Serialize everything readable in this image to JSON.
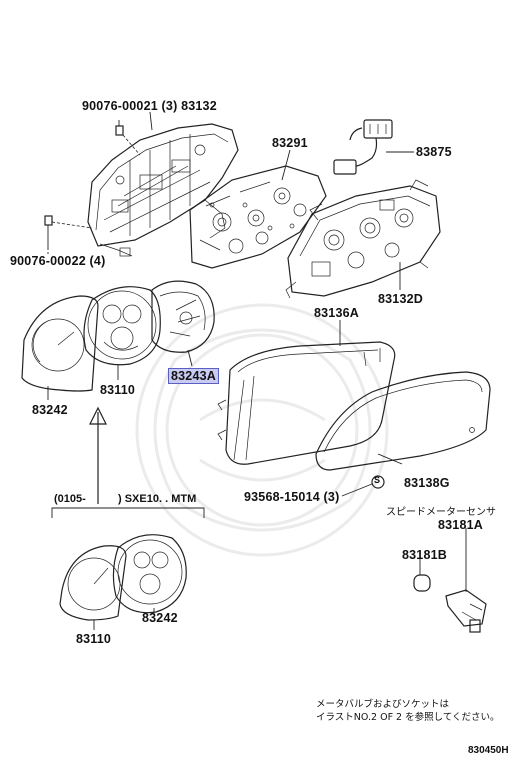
{
  "labels": {
    "bolt_upper": "90076-00021 (3) 83132",
    "bolt_lower": "90076-00022 (4)",
    "circuit_plate": "83291",
    "harness": "83875",
    "rear_case": "83132D",
    "lens_cover": "83136A",
    "face_plate": "83243A",
    "dial_left": "83242",
    "dial_center": "83110",
    "glass": "83138G",
    "screw": "93568-15014 (3)",
    "speed_sensor_assy": "83181A",
    "speed_sensor_oring": "83181B",
    "variant_dial_a": "83110",
    "variant_dial_b": "83242"
  },
  "variant_range": {
    "from": "(0105-",
    "to": ") SXE10. . MTM"
  },
  "speed_sensor_caption": "スピードメーターセンサ",
  "footnote": {
    "line1": "メータバルブおよびソケットは",
    "line2": "イラストNO.2 OF 2 を参照してください。"
  },
  "figure_id": "830450H",
  "icons": {
    "screw_symbol": "S"
  }
}
